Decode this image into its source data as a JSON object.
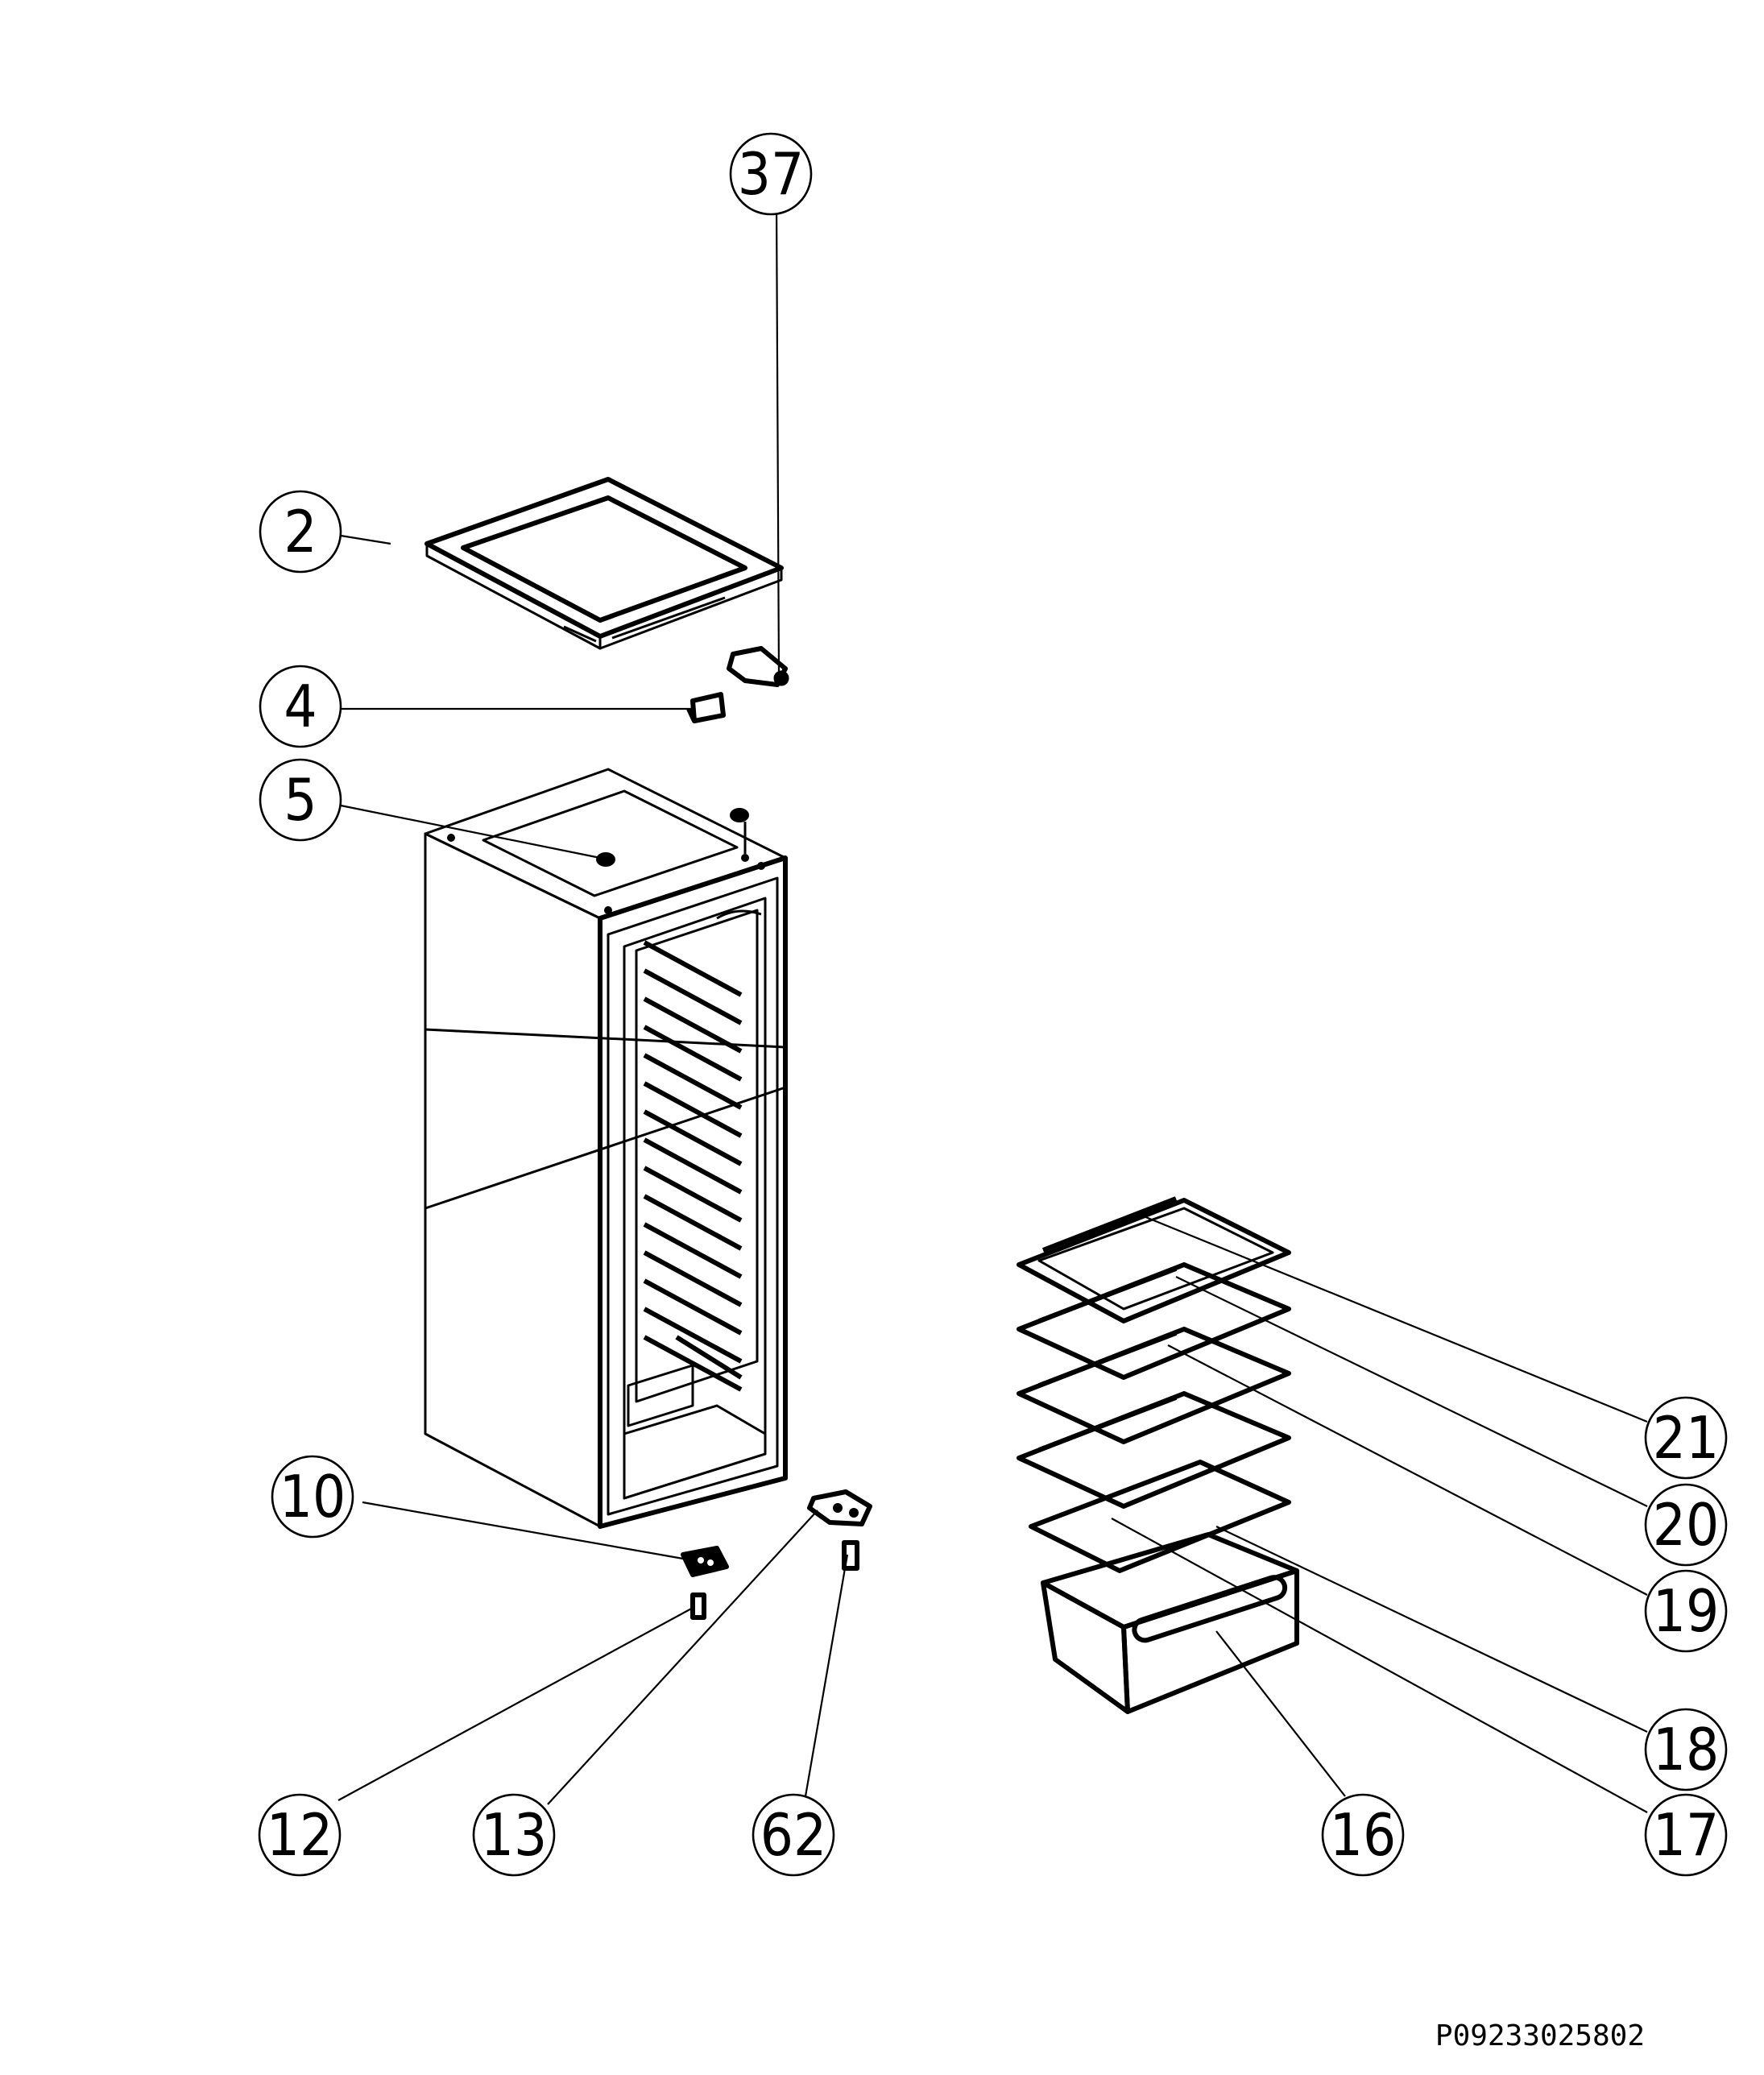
{
  "diagram": {
    "callouts": [
      {
        "id": "c37",
        "label": "37"
      },
      {
        "id": "c2",
        "label": "2"
      },
      {
        "id": "c4",
        "label": "4"
      },
      {
        "id": "c5",
        "label": "5"
      },
      {
        "id": "c10",
        "label": "10"
      },
      {
        "id": "c12",
        "label": "12"
      },
      {
        "id": "c13",
        "label": "13"
      },
      {
        "id": "c62",
        "label": "62"
      },
      {
        "id": "c16",
        "label": "16"
      },
      {
        "id": "c17",
        "label": "17"
      },
      {
        "id": "c18",
        "label": "18"
      },
      {
        "id": "c19",
        "label": "19"
      },
      {
        "id": "c20",
        "label": "20"
      },
      {
        "id": "c21",
        "label": "21"
      }
    ],
    "document_code": "P09233025802"
  }
}
